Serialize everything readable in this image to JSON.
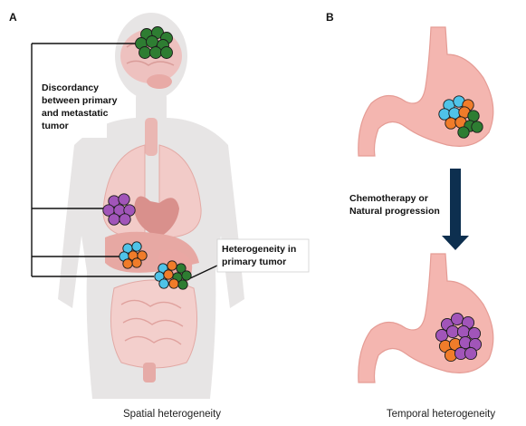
{
  "panels": {
    "a": {
      "letter": "A",
      "caption": "Spatial heterogeneity",
      "discordancy_label": [
        "Discordancy",
        "between primary",
        "and metastatic",
        "tumor"
      ],
      "primary_label": [
        "Heterogeneity in",
        "primary tumor"
      ]
    },
    "b": {
      "letter": "B",
      "caption": "Temporal heterogeneity",
      "transition_label": [
        "Chemotherapy or",
        "Natural progression"
      ]
    }
  },
  "colors": {
    "green": "#2e7d32",
    "purple": "#a155b9",
    "blue": "#4fc3e8",
    "orange": "#f07c2a",
    "stomach": "#f4b4ae",
    "arrow": "#0d2f4f",
    "body": "#e8e6e6"
  }
}
